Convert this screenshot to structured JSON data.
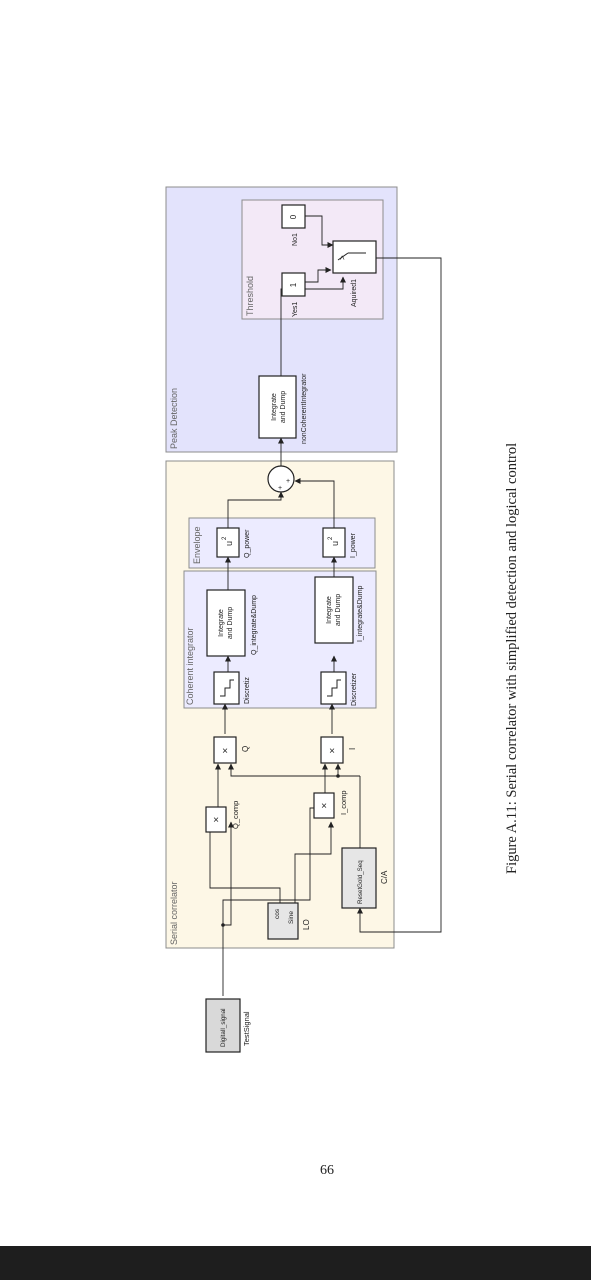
{
  "regions": {
    "serial_correlator": "Serial correlator",
    "coherent_integrator": "Coherent integrator",
    "envelope": "Envelope",
    "peak_detection": "Peak Detection",
    "threshold": "Threshold"
  },
  "blocks": {
    "digital_signal": {
      "text": "DigitalI_signal",
      "label": "TestSignal"
    },
    "lo": {
      "cos": "cos",
      "sine": "Sine",
      "label": "LO"
    },
    "ca": {
      "text": "ResetGold_Seq",
      "label": "C/A"
    },
    "mult_q_comp": {
      "symbol": "×",
      "label": "Q_comp"
    },
    "mult_i_comp": {
      "symbol": "×",
      "label": "I_comp"
    },
    "mult_q": {
      "symbol": "×",
      "label": "Q"
    },
    "mult_i": {
      "symbol": "×",
      "label": "I"
    },
    "discretiz_q": {
      "label": "Discretiz"
    },
    "discretizer_i": {
      "label": "Discretizer"
    },
    "q_integrate": {
      "line1": "Integrate",
      "line2": "and Dump",
      "label": "Q_integrate&Dump"
    },
    "i_integrate": {
      "line1": "Integrate",
      "line2": "and Dump",
      "label": "I_integrate&Dump"
    },
    "q_power": {
      "symbol": "u",
      "exp": "2",
      "label": "Q_power"
    },
    "i_power": {
      "symbol": "u",
      "exp": "2",
      "label": "I_power"
    },
    "sum": {
      "sign1": "+",
      "sign2": "+"
    },
    "noncoherent": {
      "line1": "Integrate",
      "line2": "and Dump",
      "label": "nonCoherentIntegrator"
    },
    "yes1": {
      "value": "1",
      "label": "Yes1"
    },
    "no1": {
      "value": "0",
      "label": "No1"
    },
    "switch": {
      "symbol": ">",
      "label": "Aquired1"
    }
  },
  "caption": "Figure A.11: Serial correlator with simplified detection and logical control",
  "page_number": "66",
  "colors": {
    "serial_correlator_bg": "#fdf7e6",
    "subsystem_bg": "#ecebff",
    "peak_detection_bg": "#e3e3fc",
    "threshold_bg": "#f3e9f7",
    "block_shadow_bg": "#d9d9d9"
  }
}
